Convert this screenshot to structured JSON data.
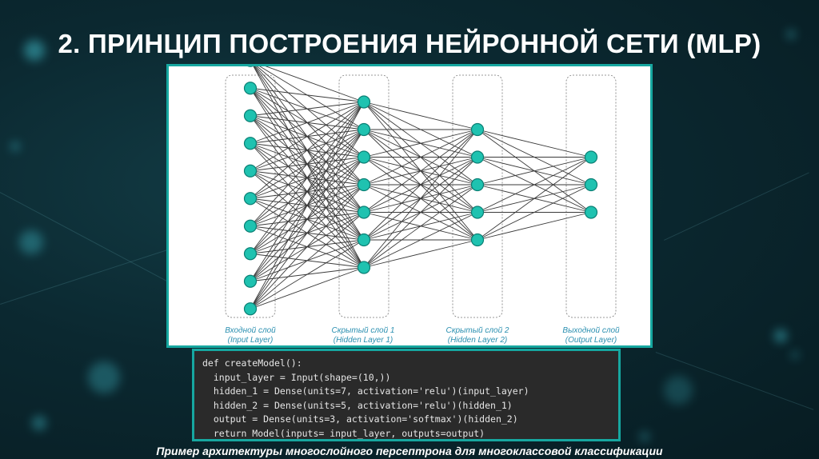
{
  "slide": {
    "title": "2. ПРИНЦИП ПОСТРОЕНИЯ НЕЙРОННОЙ СЕТИ (MLP)",
    "caption": "Пример архитектуры многослойного персептрона для многоклассовой классификации"
  },
  "diagram": {
    "node_color": "#1fc2b0",
    "edge_color": "#3a3a3a",
    "layers": [
      {
        "label_ru": "Входной слой",
        "label_en": "(Input Layer)",
        "units": 10
      },
      {
        "label_ru": "Скрытый слой 1",
        "label_en": "(Hidden Layer 1)",
        "units": 7
      },
      {
        "label_ru": "Скрытый слой 2",
        "label_en": "(Hidden Layer 2)",
        "units": 5
      },
      {
        "label_ru": "Выходной слой",
        "label_en": "(Output Layer)",
        "units": 3
      }
    ]
  },
  "code": {
    "lines": [
      "def createModel():",
      "  input_layer = Input(shape=(10,))",
      "  hidden_1 = Dense(units=7, activation='relu')(input_layer)",
      "  hidden_2 = Dense(units=5, activation='relu')(hidden_1)",
      "  output = Dense(units=3, activation='softmax')(hidden_2)",
      "  return Model(inputs= input_layer, outputs=output)"
    ]
  }
}
